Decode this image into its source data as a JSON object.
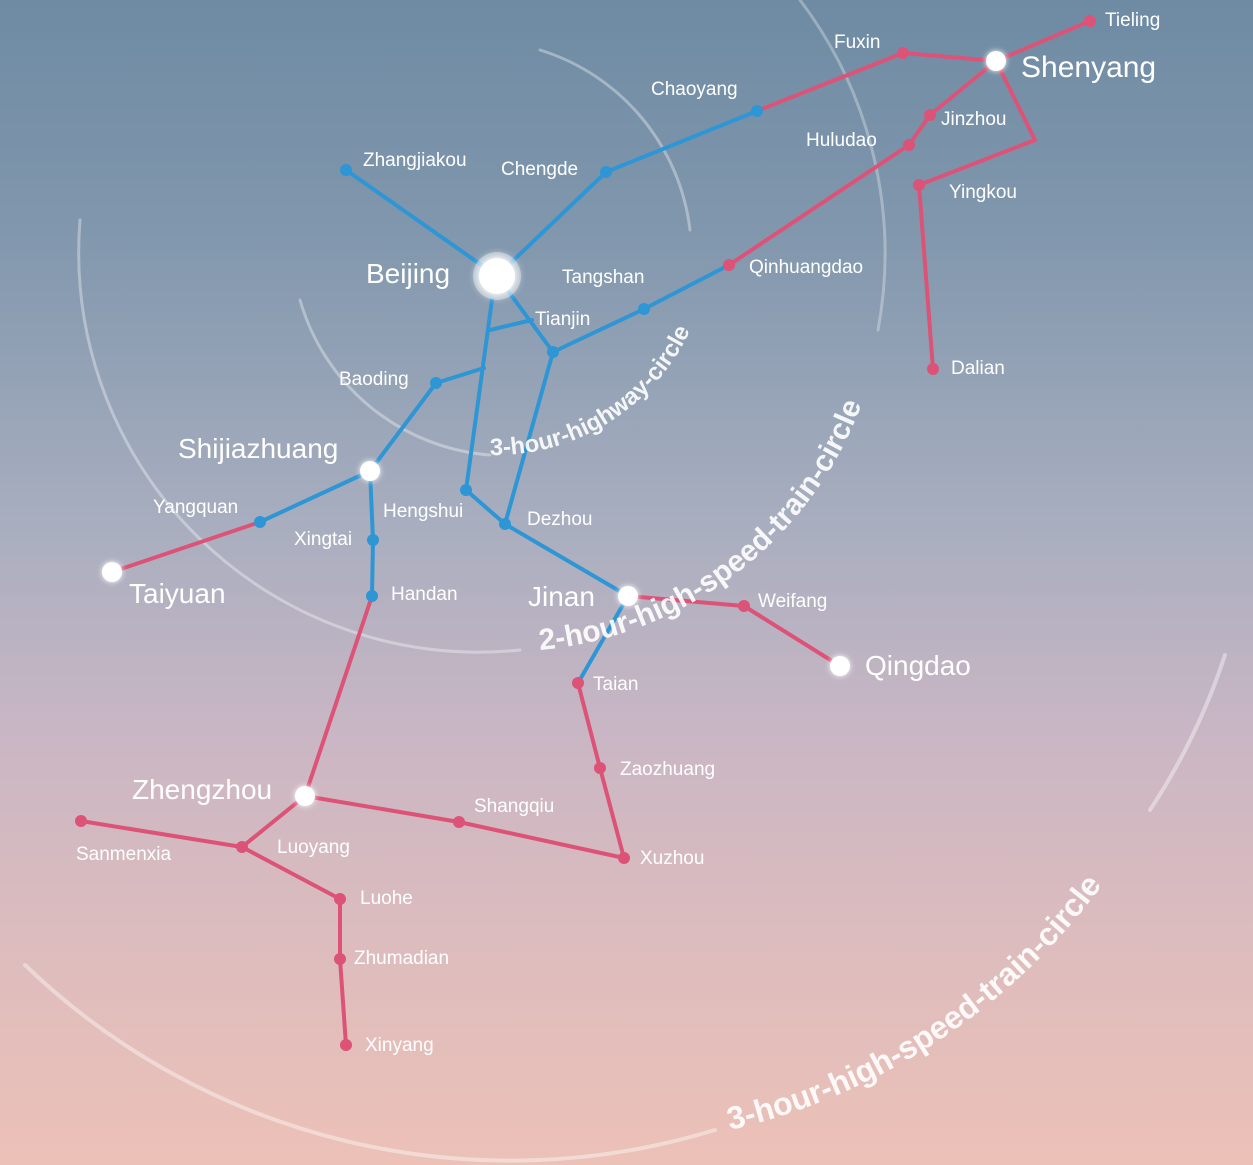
{
  "map": {
    "circles": {
      "highway_3h": "3-hour-highway-circle",
      "train_2h": "2-hour-high-speed-train-circle",
      "train_3h": "3-hour-high-speed-train-circle"
    },
    "cities": {
      "beijing": "Beijing",
      "tianjin": "Tianjin",
      "tangshan": "Tangshan",
      "qinhuangdao": "Qinhuangdao",
      "huludao": "Huludao",
      "jinzhou": "Jinzhou",
      "shenyang": "Shenyang",
      "tieling": "Tieling",
      "fuxin": "Fuxin",
      "chaoyang": "Chaoyang",
      "chengde": "Chengde",
      "zhangjiakou": "Zhangjiakou",
      "yingkou": "Yingkou",
      "dalian": "Dalian",
      "baoding": "Baoding",
      "shijiazhuang": "Shijiazhuang",
      "yangquan": "Yangquan",
      "taiyuan": "Taiyuan",
      "xingtai": "Xingtai",
      "handan": "Handan",
      "hengshui": "Hengshui",
      "dezhou": "Dezhou",
      "jinan": "Jinan",
      "weifang": "Weifang",
      "qingdao": "Qingdao",
      "taian": "Taian",
      "zaozhuang": "Zaozhuang",
      "xuzhou": "Xuzhou",
      "zhengzhou": "Zhengzhou",
      "shangqiu": "Shangqiu",
      "luoyang": "Luoyang",
      "sanmenxia": "Sanmenxia",
      "luohe": "Luohe",
      "zhumadian": "Zhumadian",
      "xinyang": "Xinyang"
    },
    "colors": {
      "blue_line": "#2e96d4",
      "pink_line": "#dc5377",
      "node_white": "#ffffff",
      "ring": "#ffffff"
    }
  }
}
